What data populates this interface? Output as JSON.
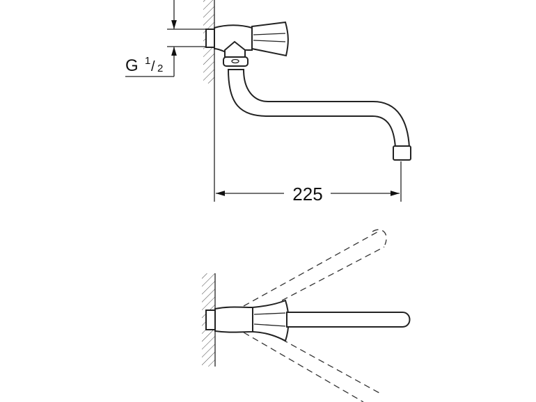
{
  "drawing": {
    "thread_label": "G",
    "thread_fraction_num": "1",
    "thread_fraction_den": "2",
    "spout_reach": "225"
  }
}
